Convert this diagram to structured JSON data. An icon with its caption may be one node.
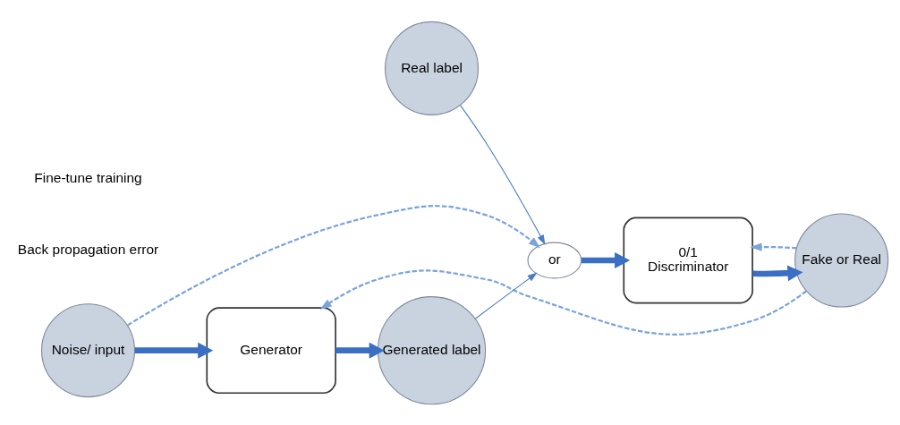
{
  "diagram": {
    "nodes": [
      {
        "text": [
          "Real label"
        ]
      },
      {
        "text": [
          "or"
        ]
      },
      {
        "text": [
          "0/1",
          "Discriminator"
        ]
      },
      {
        "text": [
          "Fake or Real"
        ]
      },
      {
        "text": [
          "Noise/ input"
        ]
      },
      {
        "text": [
          "Generator"
        ]
      },
      {
        "text": [
          "Generated label"
        ]
      }
    ],
    "edges": [
      {
        "from": 0,
        "to": 1,
        "arrow": "to"
      },
      {
        "from": 6,
        "to": 1,
        "arrow": "to"
      },
      {
        "from": 4,
        "to": 1,
        "arrow": "to",
        "style": "dashed"
      },
      {
        "from": 1,
        "to": 2,
        "arrow": "to",
        "style": "thick"
      },
      {
        "from": 4,
        "to": 5,
        "arrow": "to",
        "style": "thick"
      },
      {
        "from": 5,
        "to": 6,
        "arrow": "to",
        "style": "thick"
      },
      {
        "from": 2,
        "to": 3,
        "arrow": "to",
        "style": "thick"
      },
      {
        "from": 3,
        "to": 2,
        "arrow": "to",
        "style": "dashed"
      },
      {
        "from": 3,
        "to": 5,
        "arrow": "to",
        "style": "dashed"
      }
    ],
    "labels": [
      "Back propagation error",
      "Fine-tune training"
    ]
  }
}
